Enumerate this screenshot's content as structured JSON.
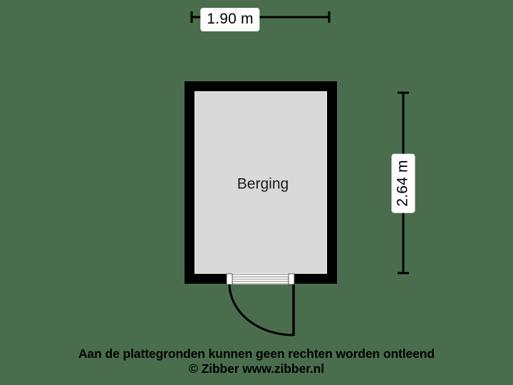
{
  "document": {
    "type": "floor-plan",
    "background_color": "#4a6e4d",
    "floor_fill_color": "#d9d9d9",
    "wall_color": "#000000",
    "line_color": "#000000",
    "label_background_color": "#ffffff"
  },
  "rooms": [
    {
      "name": "Berging",
      "width_label": "1.90 m",
      "height_label": "2.64 m",
      "width_meters": 1.9,
      "height_meters": 2.64
    }
  ],
  "dimensions": {
    "width": {
      "label": "1.90 m",
      "orientation": "horizontal"
    },
    "height": {
      "label": "2.64 m",
      "orientation": "vertical"
    }
  },
  "features": {
    "door": {
      "name": "door",
      "type": "single-swing",
      "hinge_side": "left",
      "swing_direction": "outward"
    }
  },
  "footer": {
    "line1": "Aan de plattegronden kunnen geen rechten worden ontleend",
    "line2": "© Zibber www.zibber.nl"
  }
}
